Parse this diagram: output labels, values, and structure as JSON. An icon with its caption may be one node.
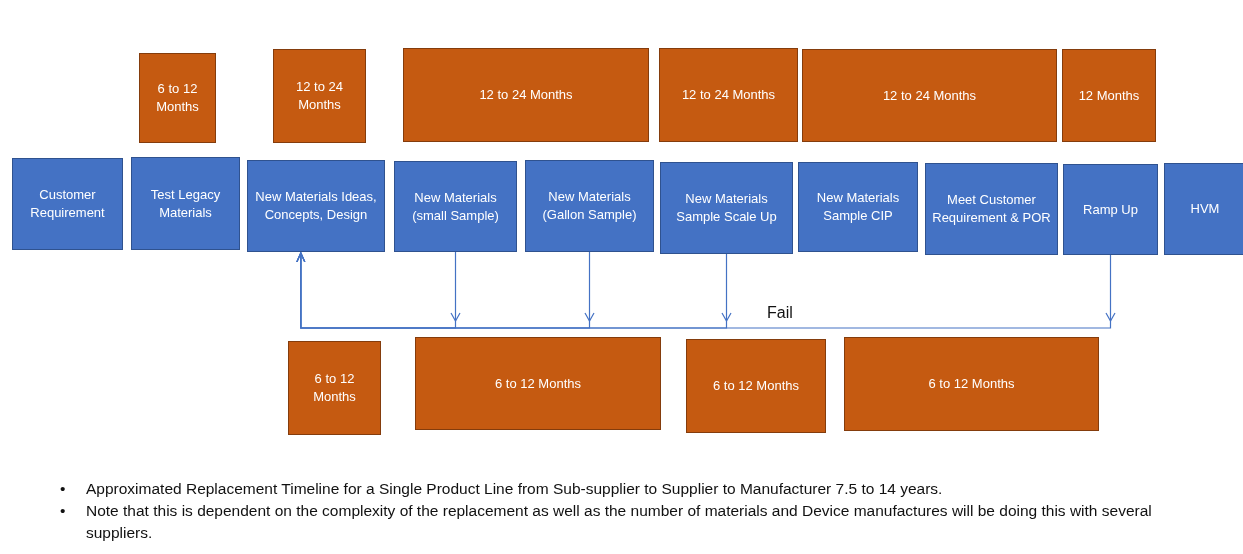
{
  "diagram": {
    "nodes": [
      {
        "text": [
          "6 to 12 Months"
        ]
      },
      {
        "text": [
          "12 to 24 Months"
        ]
      },
      {
        "text": [
          "12 to 24 Months"
        ]
      },
      {
        "text": [
          "12 to 24 Months"
        ]
      },
      {
        "text": [
          "12 to 24 Months"
        ]
      },
      {
        "text": [
          "12 Months"
        ]
      },
      {
        "text": [
          "Customer Requirement"
        ]
      },
      {
        "text": [
          "Test Legacy Materials"
        ]
      },
      {
        "text": [
          "New Materials Ideas, Concepts, Design"
        ]
      },
      {
        "text": [
          "New Materials (small Sample)"
        ]
      },
      {
        "text": [
          "New Materials (Gallon Sample)"
        ]
      },
      {
        "text": [
          "New Materials Sample Scale Up"
        ]
      },
      {
        "text": [
          "New Materials Sample CIP"
        ]
      },
      {
        "text": [
          "Meet Customer Requirement & POR"
        ]
      },
      {
        "text": [
          "Ramp Up"
        ]
      },
      {
        "text": [
          "HVM"
        ]
      },
      {
        "text": [
          "6 to 12 Months"
        ]
      },
      {
        "text": [
          "6 to 12 Months"
        ]
      },
      {
        "text": [
          "6 to 12 Months"
        ]
      },
      {
        "text": [
          "6 to 12 Months"
        ]
      }
    ],
    "edges": [
      {
        "from": 9,
        "to": 8,
        "arrow": "to"
      },
      {
        "from": 10,
        "to": 8,
        "arrow": "to"
      },
      {
        "from": 11,
        "to": 8,
        "arrow": "to"
      },
      {
        "from": 14,
        "to": 8,
        "arrow": "to",
        "label": "Fail"
      }
    ],
    "labels": [
      "•",
      "Approximated Replacement Timeline for a Single Product Line from Sub-supplier to Supplier to Manufacturer 7.5 to 14 years.",
      "•",
      "Note that this is dependent on the complexity of the replacement as well as the number of materials and Device manufactures will be doing this with several suppliers."
    ]
  }
}
